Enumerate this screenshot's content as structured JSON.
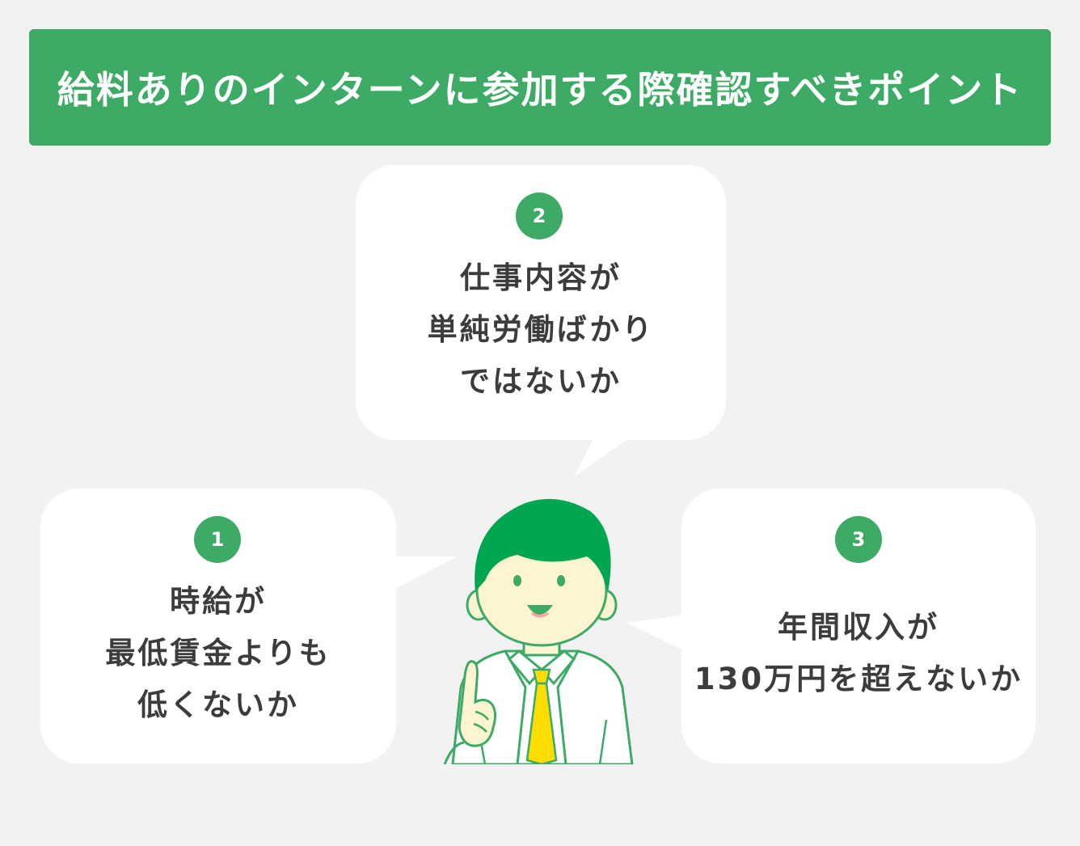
{
  "colors": {
    "background": "#f2f2f2",
    "accent_green": "#3daa66",
    "bubble": "#ffffff",
    "text_dark": "#3c3c3c",
    "tie_yellow": "#ffdd00",
    "hair_green": "#00a650",
    "skin": "#fdf4d2"
  },
  "header": {
    "title": "給料ありのインターンに参加する際確認すべきポイント"
  },
  "points": [
    {
      "number": "1",
      "lines": [
        "時給が",
        "最低賃金よりも",
        "低くないか"
      ]
    },
    {
      "number": "2",
      "lines": [
        "仕事内容が",
        "単純労働ばかり",
        "ではないか"
      ]
    },
    {
      "number": "3",
      "lines": [
        "年間収入が",
        "130万円を超えないか"
      ]
    }
  ],
  "illustration": {
    "subject": "smiling-man-pointing-up",
    "icons": [
      "person-icon",
      "tie-icon",
      "finger-up-icon"
    ]
  }
}
